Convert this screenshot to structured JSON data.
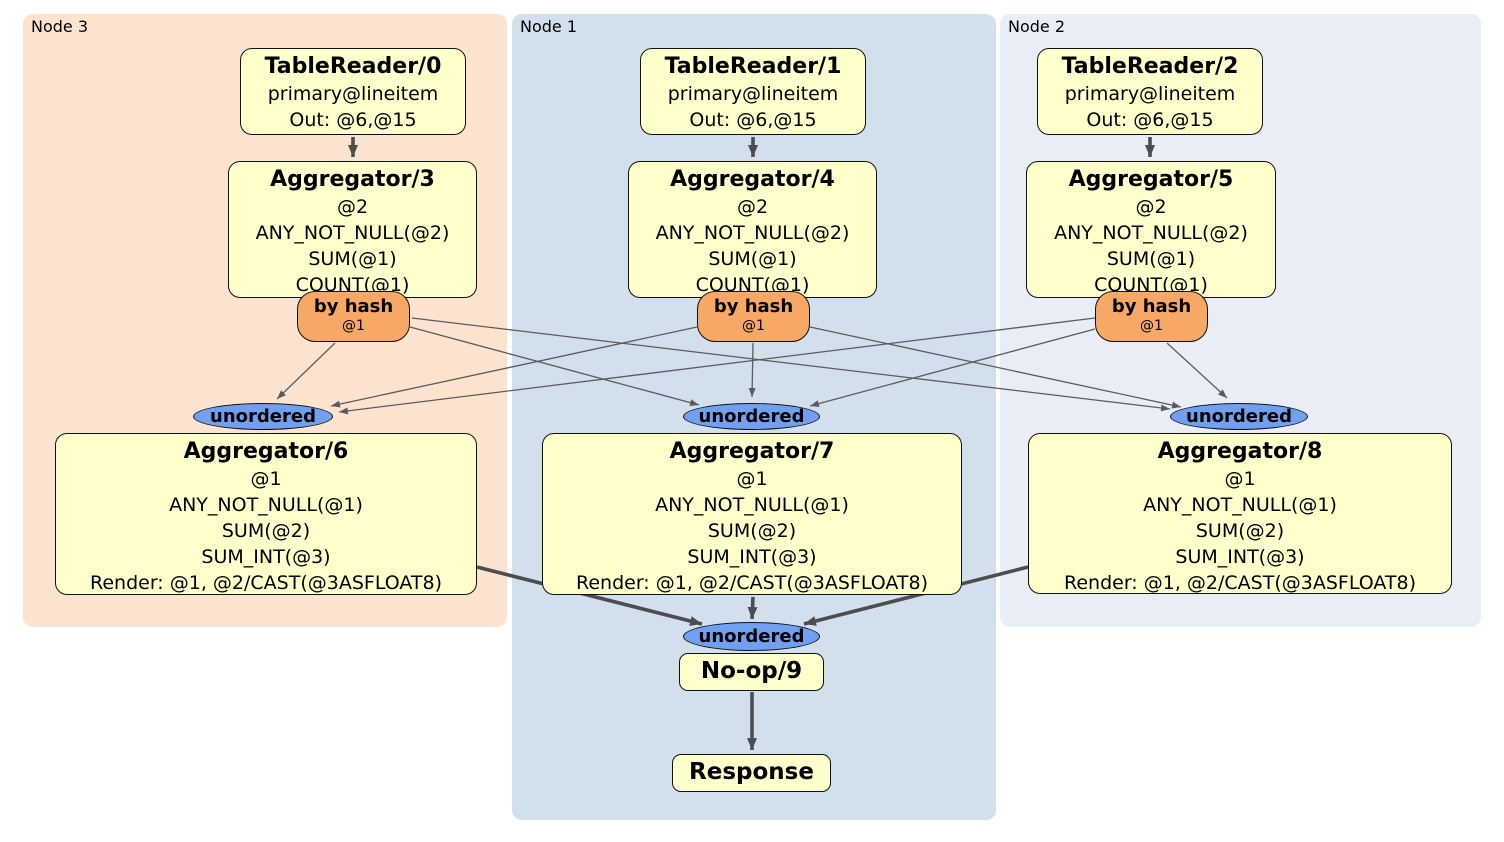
{
  "palette": {
    "region_node3_bg": "#fce3cf",
    "region_node1_bg": "#d2dfec",
    "region_node2_bg": "#e9edf6",
    "processor_bg": "#ffffcc",
    "router_bg": "#f7a766",
    "sync_bg": "#71a0f0",
    "box_border": "#111111",
    "edge_thin": "#5b5b5b",
    "edge_thick": "#4d4d4d"
  },
  "regions": {
    "node3": {
      "label": "Node 3"
    },
    "node1": {
      "label": "Node 1"
    },
    "node2": {
      "label": "Node 2"
    }
  },
  "processors": {
    "tr0": {
      "title": "TableReader/0",
      "lines": [
        "primary@lineitem",
        "Out: @6,@15"
      ]
    },
    "tr1": {
      "title": "TableReader/1",
      "lines": [
        "primary@lineitem",
        "Out: @6,@15"
      ]
    },
    "tr2": {
      "title": "TableReader/2",
      "lines": [
        "primary@lineitem",
        "Out: @6,@15"
      ]
    },
    "agg3": {
      "title": "Aggregator/3",
      "lines": [
        "@2",
        "ANY_NOT_NULL(@2)",
        "SUM(@1)",
        "COUNT(@1)"
      ]
    },
    "agg4": {
      "title": "Aggregator/4",
      "lines": [
        "@2",
        "ANY_NOT_NULL(@2)",
        "SUM(@1)",
        "COUNT(@1)"
      ]
    },
    "agg5": {
      "title": "Aggregator/5",
      "lines": [
        "@2",
        "ANY_NOT_NULL(@2)",
        "SUM(@1)",
        "COUNT(@1)"
      ]
    },
    "agg6": {
      "title": "Aggregator/6",
      "lines": [
        "@1",
        "ANY_NOT_NULL(@1)",
        "SUM(@2)",
        "SUM_INT(@3)",
        "Render: @1, @2/CAST(@3ASFLOAT8)"
      ]
    },
    "agg7": {
      "title": "Aggregator/7",
      "lines": [
        "@1",
        "ANY_NOT_NULL(@1)",
        "SUM(@2)",
        "SUM_INT(@3)",
        "Render: @1, @2/CAST(@3ASFLOAT8)"
      ]
    },
    "agg8": {
      "title": "Aggregator/8",
      "lines": [
        "@1",
        "ANY_NOT_NULL(@1)",
        "SUM(@2)",
        "SUM_INT(@3)",
        "Render: @1, @2/CAST(@3ASFLOAT8)"
      ]
    },
    "noop": {
      "title": "No-op/9"
    },
    "response": {
      "title": "Response"
    }
  },
  "routers": {
    "hash3": {
      "label": "by hash",
      "detail": "@1"
    },
    "hash4": {
      "label": "by hash",
      "detail": "@1"
    },
    "hash5": {
      "label": "by hash",
      "detail": "@1"
    }
  },
  "syncs": {
    "sync6": {
      "label": "unordered"
    },
    "sync7": {
      "label": "unordered"
    },
    "sync8": {
      "label": "unordered"
    },
    "sync9": {
      "label": "unordered"
    }
  }
}
